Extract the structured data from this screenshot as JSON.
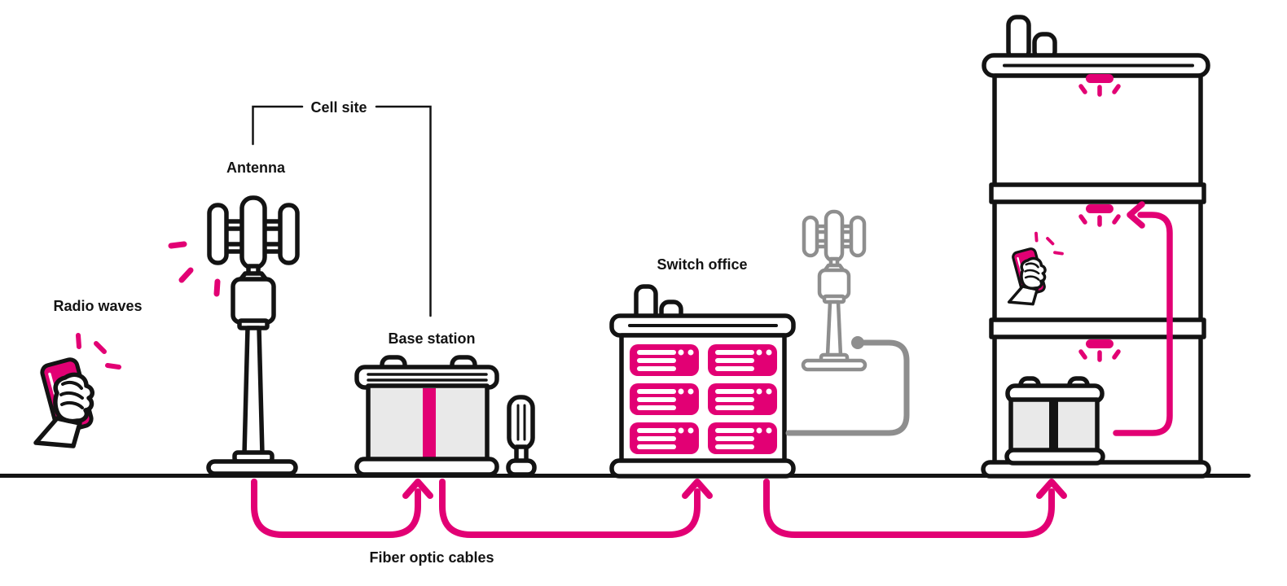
{
  "colors": {
    "magenta": "#E20074",
    "ink": "#131313",
    "gray": "#8E8E8E",
    "panel": "#E9E9E9"
  },
  "labels": {
    "radio_waves": "Radio waves",
    "cell_site": "Cell site",
    "antenna": "Antenna",
    "base_station": "Base station",
    "switch_office": "Switch office",
    "fiber_optic_cables": "Fiber optic cables"
  },
  "diagram": {
    "type": "network-flow",
    "nodes": [
      {
        "id": "user-phone",
        "icon": "hand-holding-phone"
      },
      {
        "id": "cell-site",
        "label_ref": "cell_site",
        "parts": [
          {
            "id": "antenna",
            "label_ref": "antenna",
            "icon": "cell-antenna-tower"
          },
          {
            "id": "base-station",
            "label_ref": "base_station",
            "icon": "equipment-cabinet"
          }
        ]
      },
      {
        "id": "switch-office",
        "label_ref": "switch_office",
        "icon": "server-cabinet",
        "server_modules": 6
      },
      {
        "id": "remote-antenna",
        "icon": "cell-antenna-tower-gray"
      },
      {
        "id": "building",
        "icon": "three-story-building",
        "parts": [
          {
            "id": "ceiling-lights",
            "count": 3
          },
          {
            "id": "indoor-phone",
            "icon": "hand-holding-phone"
          },
          {
            "id": "indoor-base-station",
            "icon": "equipment-cabinet-small"
          }
        ]
      }
    ],
    "links": [
      {
        "from": "user-phone",
        "to": "antenna",
        "type": "radio-waves",
        "label_ref": "radio_waves"
      },
      {
        "from": "antenna",
        "to": "base-station",
        "type": "grouped-as-cell-site",
        "label_ref": "cell_site"
      },
      {
        "from": "base-station",
        "to": "switch-office",
        "type": "fiber",
        "label_ref": "fiber_optic_cables"
      },
      {
        "from": "switch-office",
        "to": "building",
        "type": "fiber",
        "label_ref": "fiber_optic_cables"
      },
      {
        "from": "switch-office",
        "to": "remote-antenna",
        "type": "cable"
      },
      {
        "from": "indoor-base-station",
        "to": "ceiling-lights",
        "type": "in-building-signal-arrow"
      }
    ]
  }
}
